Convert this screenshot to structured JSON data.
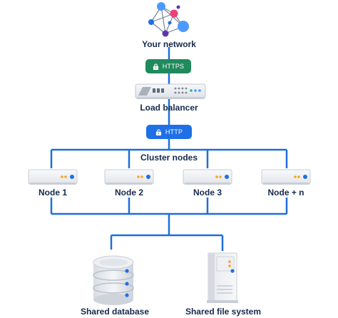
{
  "network": {
    "label": "Your network"
  },
  "https_badge": {
    "label": "HTTPS",
    "color": "#1f8a5b"
  },
  "load_balancer": {
    "label": "Load balancer"
  },
  "http_badge": {
    "label": "HTTP",
    "color": "#1f6fe6"
  },
  "cluster": {
    "label": "Cluster nodes"
  },
  "nodes": [
    {
      "label": "Node 1"
    },
    {
      "label": "Node 2"
    },
    {
      "label": "Node 3"
    },
    {
      "label": "Node + n"
    }
  ],
  "database": {
    "label": "Shared database"
  },
  "filesystem": {
    "label": "Shared file system"
  },
  "colors": {
    "line": "#1e6fd9",
    "text": "#172b4d",
    "server_body": "#f1f3f6",
    "server_edge": "#c9ced6",
    "led_orange": "#f5a623",
    "led_blue": "#1f6fe6"
  }
}
